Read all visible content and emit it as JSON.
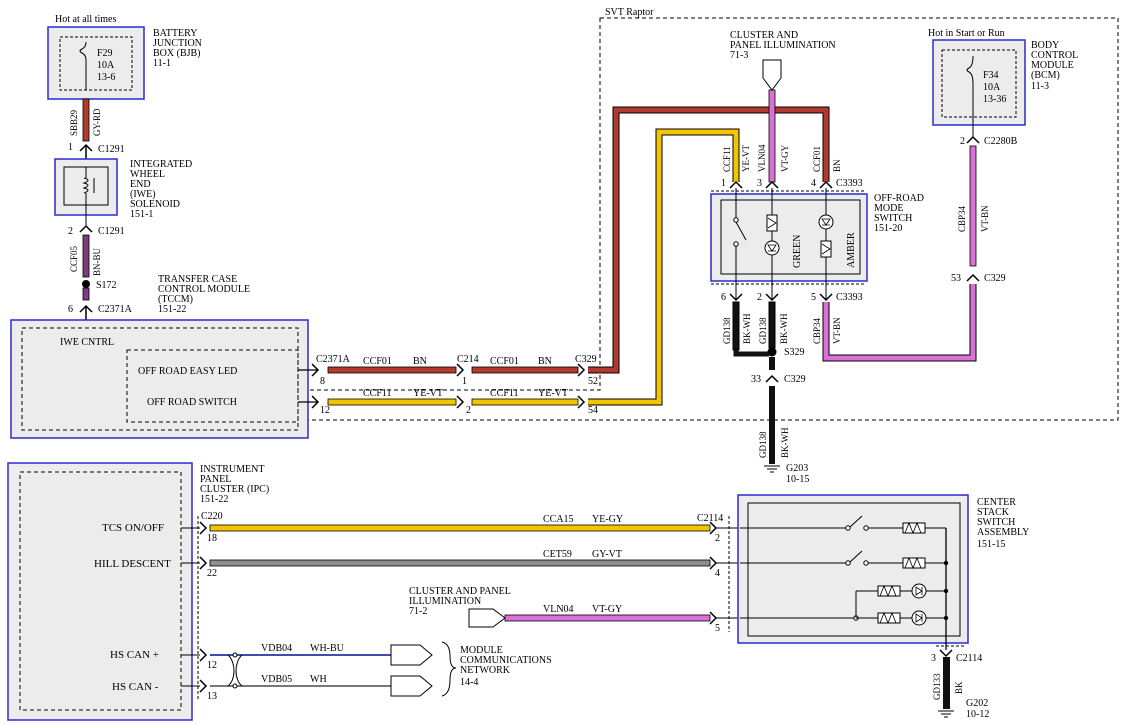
{
  "title": "SVT Raptor",
  "bjb": {
    "header": "Hot at all times",
    "fuse": [
      "F29",
      "10A",
      "13-6"
    ],
    "label": [
      "BATTERY",
      "JUNCTION",
      "BOX (BJB)",
      "11-1"
    ]
  },
  "wire_sbb29": {
    "circuit": "SBB29",
    "color": "GY-RD"
  },
  "c1291_top": {
    "pin": "1",
    "conn": "C1291"
  },
  "iwe": {
    "label": [
      "INTEGRATED",
      "WHEEL",
      "END",
      "(IWE)",
      "SOLENOID",
      "151-1"
    ]
  },
  "c1291_bot": {
    "pin": "2",
    "conn": "C1291"
  },
  "wire_ccf05": {
    "circuit": "CCF05",
    "color": "BN-BU"
  },
  "splice_s172": "S172",
  "c2371a_top": {
    "pin": "6",
    "conn": "C2371A"
  },
  "tccm": {
    "label": [
      "TRANSFER CASE",
      "CONTROL MODULE",
      "(TCCM)",
      "151-22"
    ],
    "inner": "IWE CNTRL",
    "led": "OFF ROAD EASY LED",
    "switch": "OFF ROAD SWITCH"
  },
  "row_ccf01": {
    "conn1": "C2371A",
    "pin1": "8",
    "wire1": {
      "circuit": "CCF01",
      "color": "BN"
    },
    "conn2": "C214",
    "pin2": "1",
    "wire2": {
      "circuit": "CCF01",
      "color": "BN"
    },
    "conn3": "C329",
    "pin3": "52"
  },
  "row_ccf11": {
    "pin1": "12",
    "wire1": {
      "circuit": "CCF11",
      "color": "YE-VT"
    },
    "pin2": "2",
    "wire2": {
      "circuit": "CCF11",
      "color": "YE-VT"
    },
    "pin3": "54"
  },
  "cluster_illum_top": {
    "label": [
      "CLUSTER AND",
      "PANEL ILLUMINATION",
      "71-3"
    ]
  },
  "c3393_top": {
    "pins": [
      "1",
      "3",
      "4"
    ],
    "conn": "C3393",
    "wires": [
      {
        "circuit": "CCF11",
        "color": "YE-VT"
      },
      {
        "circuit": "VLN04",
        "color": "VT-GY"
      },
      {
        "circuit": "CCF01",
        "color": "BN"
      }
    ]
  },
  "offroad_switch": {
    "label": [
      "OFF-ROAD",
      "MODE",
      "SWITCH",
      "151-20"
    ],
    "green": "GREEN",
    "amber": "AMBER"
  },
  "c3393_bot": {
    "pins": [
      "6",
      "2",
      "5"
    ],
    "conn": "C3393",
    "wires": [
      {
        "circuit": "GD138",
        "color": "BK-WH"
      },
      {
        "circuit": "GD138",
        "color": "BK-WH"
      },
      {
        "circuit": "CBP34",
        "color": "VT-BN"
      }
    ]
  },
  "splice_s329": "S329",
  "c329_ground": {
    "pin": "33",
    "conn": "C329"
  },
  "wire_gd138": {
    "circuit": "GD138",
    "color": "BK-WH"
  },
  "g203": {
    "name": "G203",
    "ref": "10-15"
  },
  "bcm": {
    "header": "Hot in Start or Run",
    "fuse": [
      "F34",
      "10A",
      "13-36"
    ],
    "label": [
      "BODY",
      "CONTROL",
      "MODULE",
      "(BCM)",
      "11-3"
    ]
  },
  "c2280b": {
    "pin": "2",
    "conn": "C2280B"
  },
  "wire_cbp34": {
    "circuit": "CBP34",
    "color": "VT-BN"
  },
  "c329_bcm": {
    "pin": "53",
    "conn": "C329"
  },
  "ipc": {
    "label": [
      "INSTRUMENT",
      "PANEL",
      "CLUSTER (IPC)",
      "151-22"
    ],
    "tcs": "TCS ON/OFF",
    "hill": "HILL DESCENT",
    "hscan_p": "HS CAN +",
    "hscan_m": "HS CAN -"
  },
  "c220": {
    "conn": "C220",
    "pin_tcs": "18",
    "pin_hill": "22",
    "pin_canp": "12",
    "pin_canm": "13"
  },
  "wire_cca15": {
    "circuit": "CCA15",
    "color": "YE-GY"
  },
  "wire_cet59": {
    "circuit": "CET59",
    "color": "GY-VT"
  },
  "c2114": {
    "conn": "C2114",
    "pin_tcs": "2",
    "pin_hill": "4",
    "pin_illum": "5",
    "pin_gnd": "3"
  },
  "cluster_illum_bot": {
    "label": [
      "CLUSTER AND PANEL",
      "ILLUMINATION",
      "71-2"
    ]
  },
  "wire_vln04": {
    "circuit": "VLN04",
    "color": "VT-GY"
  },
  "wire_vdb04": {
    "circuit": "VDB04",
    "color": "WH-BU"
  },
  "wire_vdb05": {
    "circuit": "VDB05",
    "color": "WH"
  },
  "mcn": {
    "label": [
      "MODULE",
      "COMMUNICATIONS",
      "NETWORK",
      "14-4"
    ]
  },
  "center_stack": {
    "label": [
      "CENTER",
      "STACK",
      "SWITCH",
      "ASSEMBLY",
      "151-15"
    ]
  },
  "wire_gd133": {
    "circuit": "GD133",
    "color": "BK"
  },
  "g202": {
    "name": "G202",
    "ref": "10-12"
  },
  "colors": {
    "brown": "#b03a2e",
    "yellow": "#f2c500",
    "violet": "#d872d6",
    "grey": "#8e8e8e",
    "black": "#111111",
    "frame": "#2b2bd1"
  }
}
